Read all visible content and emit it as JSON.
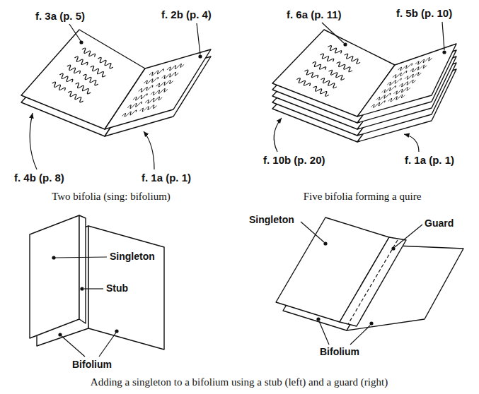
{
  "diagram": {
    "labels": [
      "f. 3a (p. 5)",
      "f. 2b (p. 4)",
      "f. 4b (p. 8)",
      "f. 1a (p. 1)",
      "Two bifolia (sing: bifolium)",
      "f. 6a (p. 11)",
      "f. 5b (p. 10)",
      "f. 10b (p. 20)",
      "f. 1a (p. 1)",
      "Five bifolia forming a quire",
      "Singleton",
      "Stub",
      "Bifolium",
      "Singleton",
      "Guard",
      "Bifolium",
      "Adding a singleton to a bifolium using a stub (left) and a guard (right)"
    ]
  }
}
